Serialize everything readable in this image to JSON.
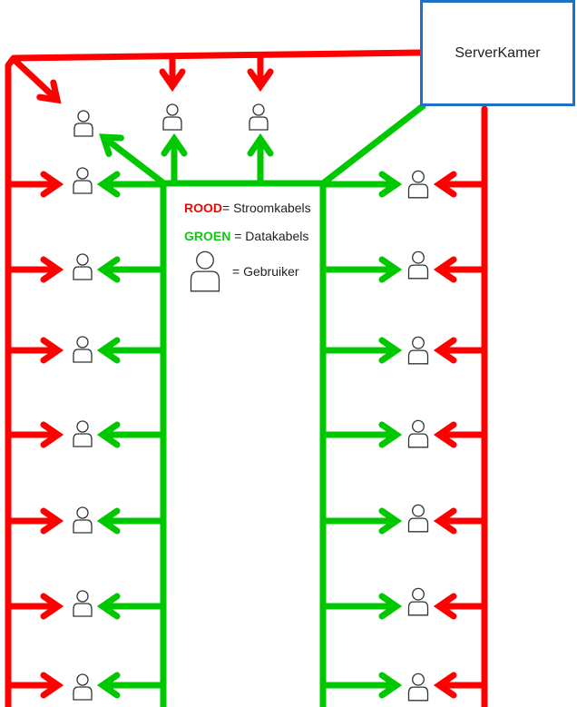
{
  "server_room": {
    "label": "ServerKamer"
  },
  "legend": {
    "power": {
      "key": "ROOD",
      "text": "= Stroomkabels"
    },
    "data": {
      "key": "GROEN",
      "text": "= Datakabels"
    },
    "user": {
      "text": "= Gebruiker"
    }
  },
  "colors": {
    "power_cable": "#ff0000",
    "data_cable": "#00c800",
    "server_border": "#1f6fc4",
    "user_outline": "#333333"
  },
  "icons": {
    "user": "user-icon"
  },
  "users": {
    "top_row": 3,
    "left_column": 7,
    "right_column": 7
  }
}
